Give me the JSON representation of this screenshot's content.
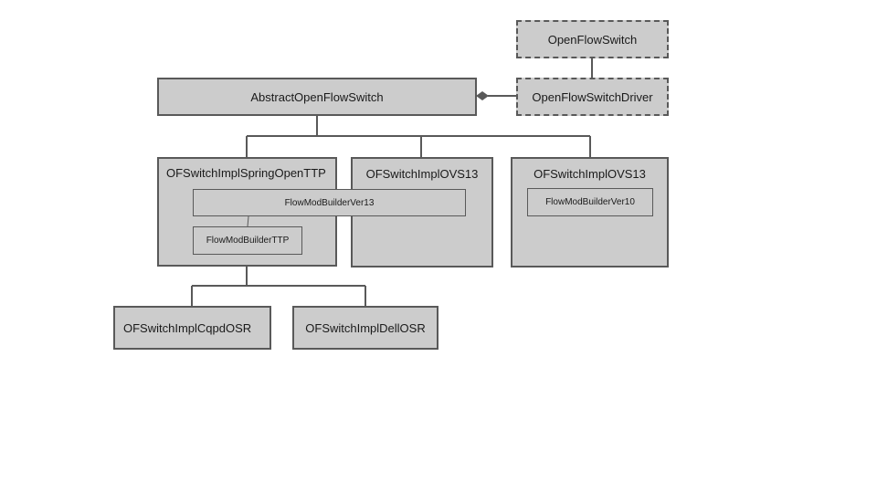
{
  "nodes": {
    "open_flow_switch": "OpenFlowSwitch",
    "open_flow_switch_driver": "OpenFlowSwitchDriver",
    "abstract_open_flow_switch": "AbstractOpenFlowSwitch",
    "spring_open_ttp": "OFSwitchImplSpringOpenTTP",
    "ovs13_middle": "OFSwitchImplOVS13",
    "ovs13_right": "OFSwitchImplOVS13",
    "flow_mod_builder_ver13": "FlowModBuilderVer13",
    "flow_mod_builder_ttp": "FlowModBuilderTTP",
    "flow_mod_builder_ver10": "FlowModBuilderVer10",
    "cqpd_osr": "OFSwitchImplCqpdOSR",
    "dell_osr": "OFSwitchImplDellOSR"
  },
  "colors": {
    "box_fill": "#cccccc",
    "box_border": "#595959",
    "connector": "#595959"
  }
}
